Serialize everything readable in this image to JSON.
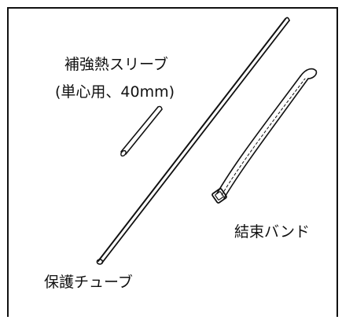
{
  "labels": {
    "sleeve_line1": "補強熱スリーブ",
    "sleeve_line2": "(単心用、40mm)",
    "band": "結束バンド",
    "tube": "保護チューブ"
  },
  "colors": {
    "ink": "#111111",
    "background": "#ffffff"
  }
}
